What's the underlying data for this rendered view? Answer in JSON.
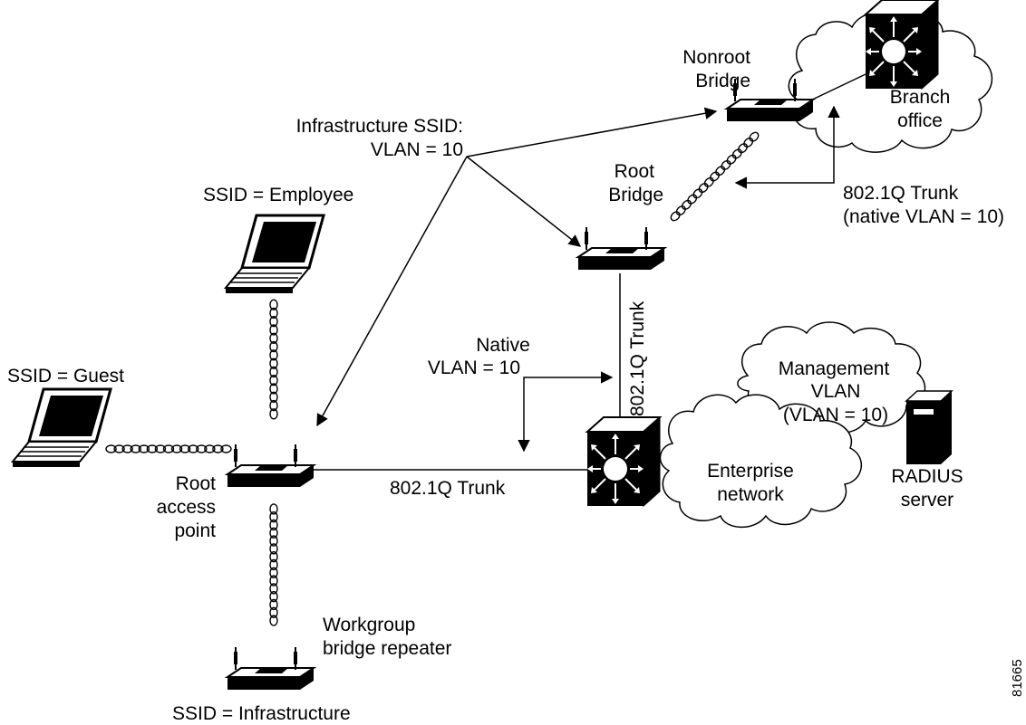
{
  "labels": {
    "nonroot_bridge_1": "Nonroot",
    "nonroot_bridge_2": "Bridge",
    "branch_office_1": "Branch",
    "branch_office_2": "office",
    "infra_ssid_1": "Infrastructure SSID:",
    "infra_ssid_2": "VLAN = 10",
    "root_bridge_1": "Root",
    "root_bridge_2": "Bridge",
    "trunk_top_1": "802.1Q Trunk",
    "trunk_top_2": "(native VLAN = 10)",
    "ssid_employee": "SSID = Employee",
    "ssid_guest": "SSID = Guest",
    "native_vlan_1": "Native",
    "native_vlan_2": "VLAN = 10",
    "trunk_vertical": "802.1Q Trunk",
    "mgmt_vlan_1": "Management",
    "mgmt_vlan_2": "VLAN",
    "mgmt_vlan_3": "(VLAN = 10)",
    "root_ap_1": "Root",
    "root_ap_2": "access",
    "root_ap_3": "point",
    "trunk_bottom": "802.1Q Trunk",
    "enterprise_1": "Enterprise",
    "enterprise_2": "network",
    "radius_1": "RADIUS",
    "radius_2": "server",
    "workgroup_1": "Workgroup",
    "workgroup_2": "bridge repeater",
    "ssid_infra": "SSID = Infrastructure",
    "figure_id": "81665"
  }
}
